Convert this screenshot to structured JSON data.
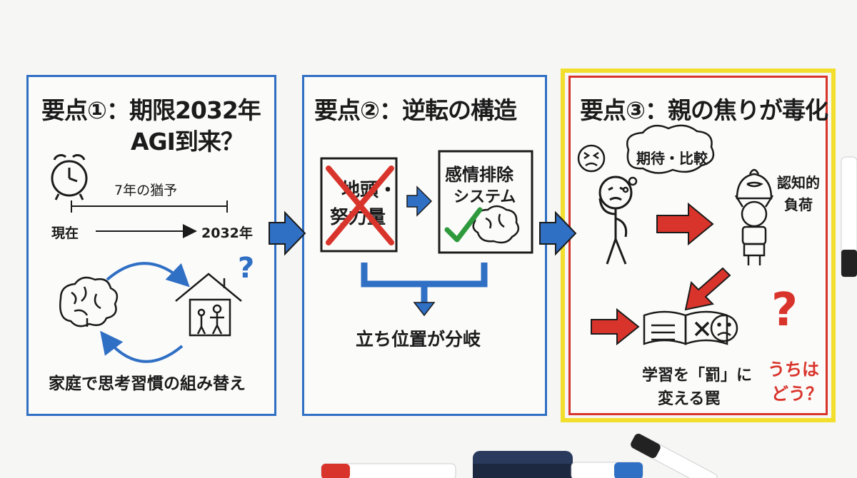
{
  "panel1": {
    "title_line1": "要点①：期限2032年",
    "title_line2": "AGI到来？",
    "grace_label": "7年の猶予",
    "start_label": "現在",
    "end_label": "2032年",
    "question_mark": "?",
    "caption": "家庭で思考習慣の組み替え"
  },
  "panel2": {
    "title": "要点②：逆転の構造",
    "left_box_line1": "地頭・",
    "left_box_line2": "努力量",
    "right_box_line1": "感情排除",
    "right_box_line2": "システム",
    "caption": "立ち位置が分岐"
  },
  "panel3": {
    "title": "要点③：親の焦りが毒化",
    "bubble": "期待・比較",
    "load_line1": "認知的",
    "load_line2": "負荷",
    "trap_line1": "学習を「罰」に",
    "trap_line2": "変える罠",
    "question_mark": "?",
    "ask_line1": "うちは",
    "ask_line2": "どう？"
  },
  "colors": {
    "panel_border": "#2f6fc4",
    "arrow_blue": "#2f6fc4",
    "arrow_red": "#d9342b",
    "highlight_yellow": "#f2de2d",
    "check_green": "#2e9a3c"
  }
}
